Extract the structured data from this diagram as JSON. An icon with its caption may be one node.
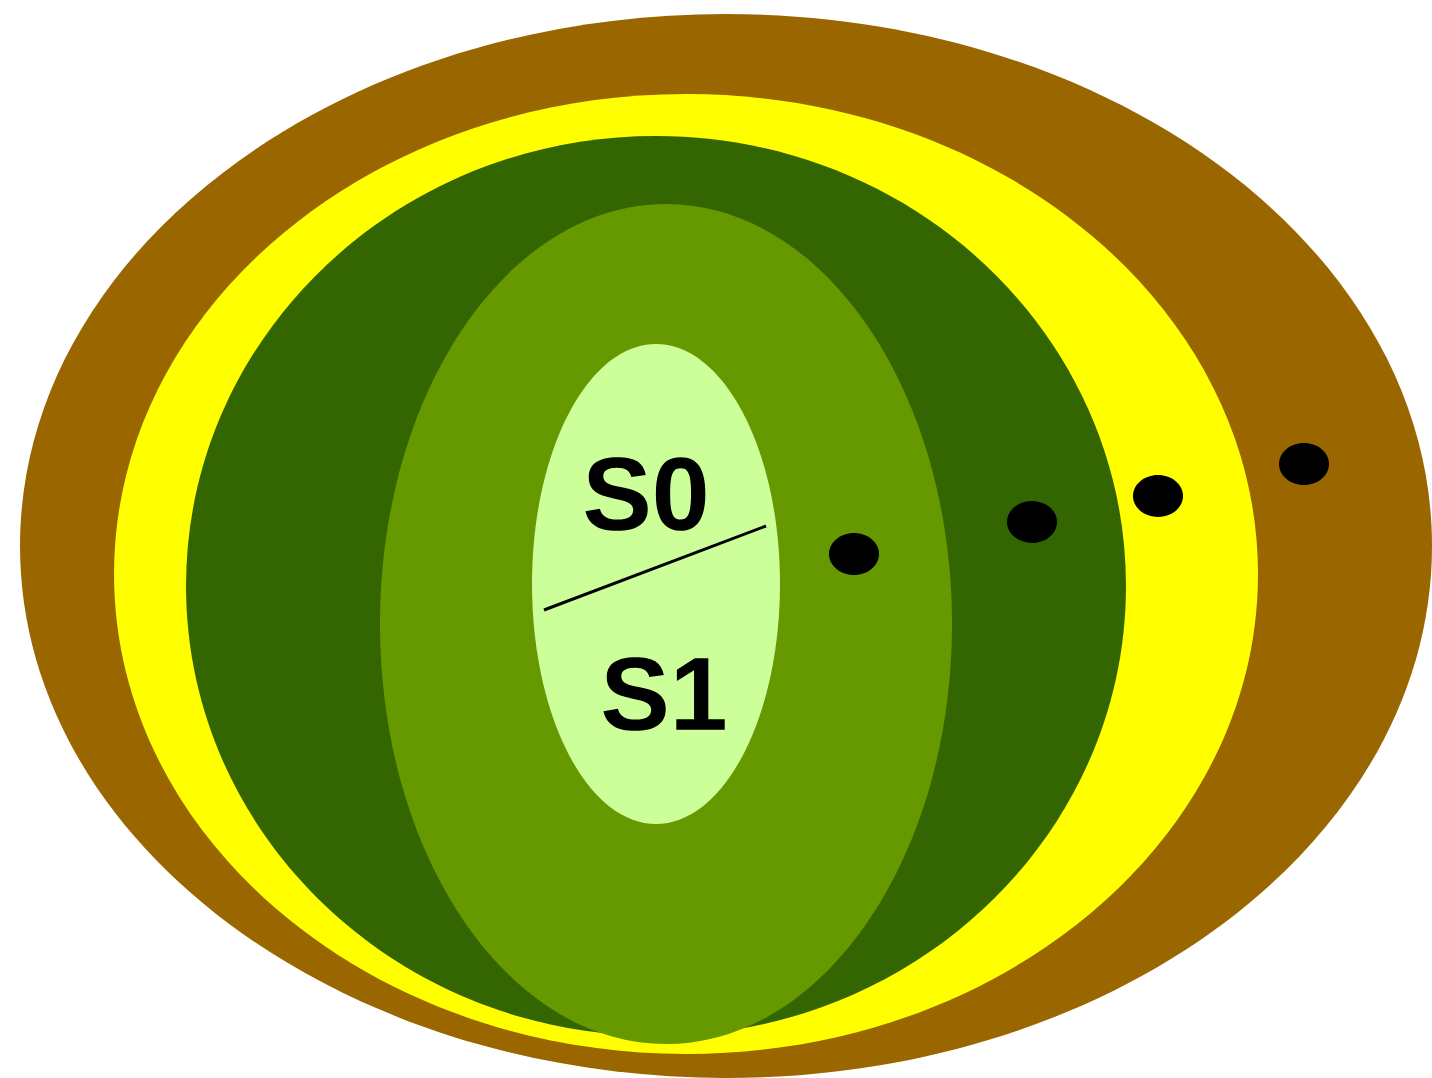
{
  "diagram": {
    "nodes": [
      {
        "text": [],
        "shape": "ellipse"
      },
      {
        "text": [],
        "shape": "ellipse",
        "in": 0
      },
      {
        "text": [],
        "shape": "ellipse",
        "in": 1
      },
      {
        "text": [],
        "shape": "ellipse",
        "in": 2
      },
      {
        "text": [
          "S0",
          "S1"
        ],
        "in": 3
      }
    ]
  }
}
